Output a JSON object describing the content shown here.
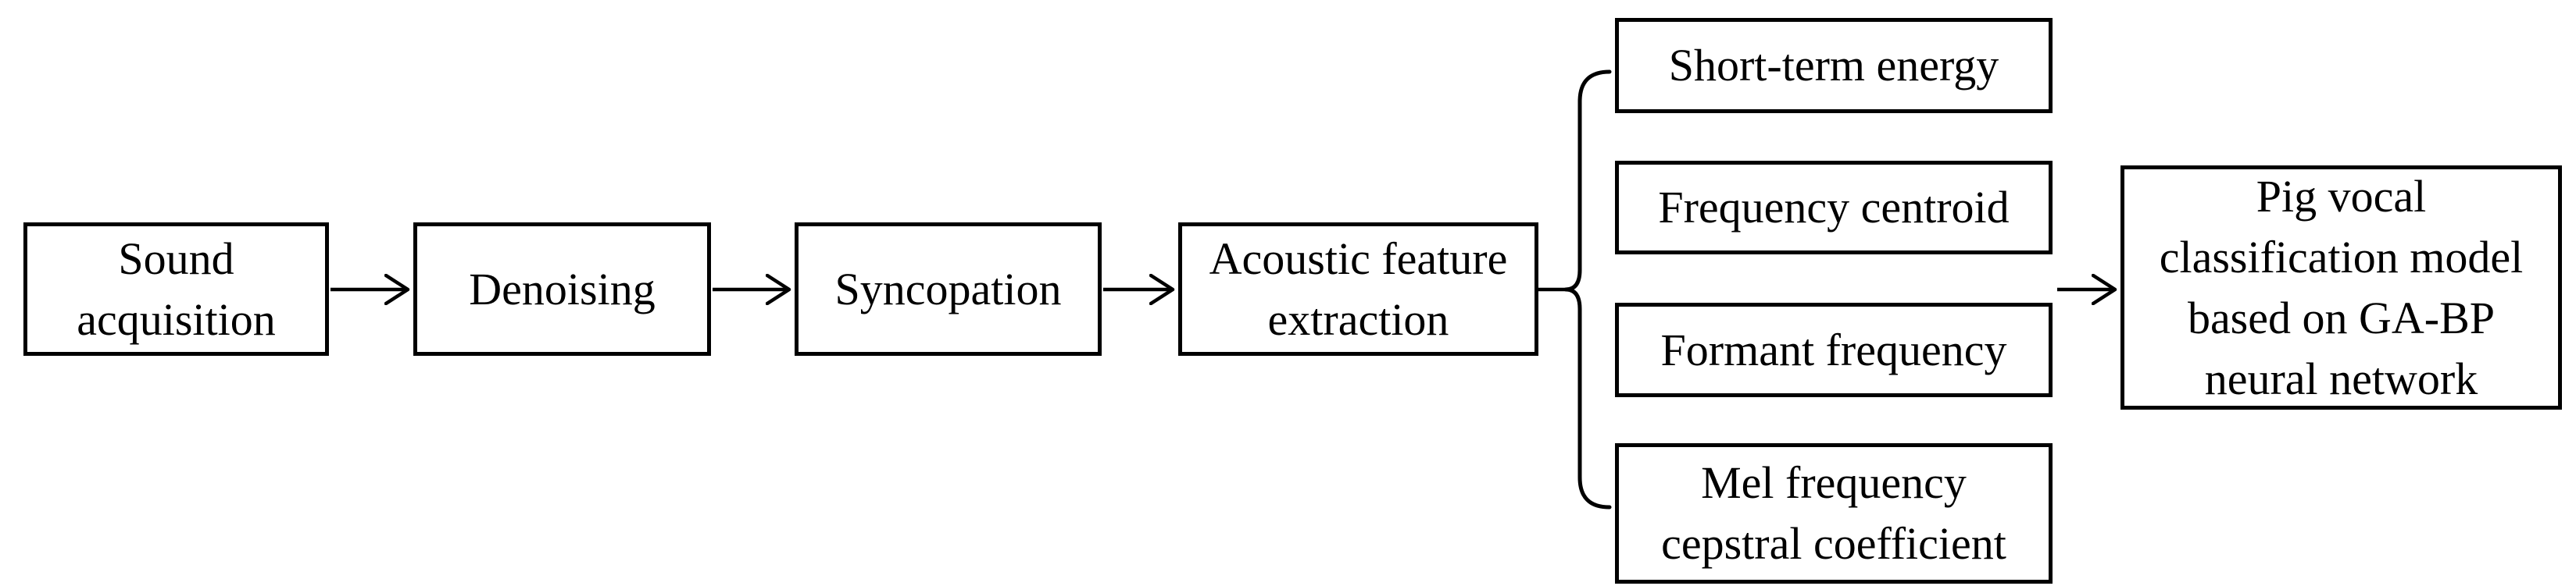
{
  "diagram": {
    "main_flow": [
      {
        "label": "Sound\nacquisition"
      },
      {
        "label": "Denoising"
      },
      {
        "label": "Syncopation"
      },
      {
        "label": "Acoustic feature\nextraction"
      }
    ],
    "features": [
      {
        "label": "Short-term energy"
      },
      {
        "label": "Frequency centroid"
      },
      {
        "label": "Formant frequency"
      },
      {
        "label": "Mel frequency\ncepstral coefficient"
      }
    ],
    "output": {
      "label": "Pig vocal\nclassification model\nbased on GA-BP\nneural network"
    },
    "colors": {
      "ink": "#000000",
      "background": "#ffffff",
      "box_fill": "#ffffff"
    }
  }
}
